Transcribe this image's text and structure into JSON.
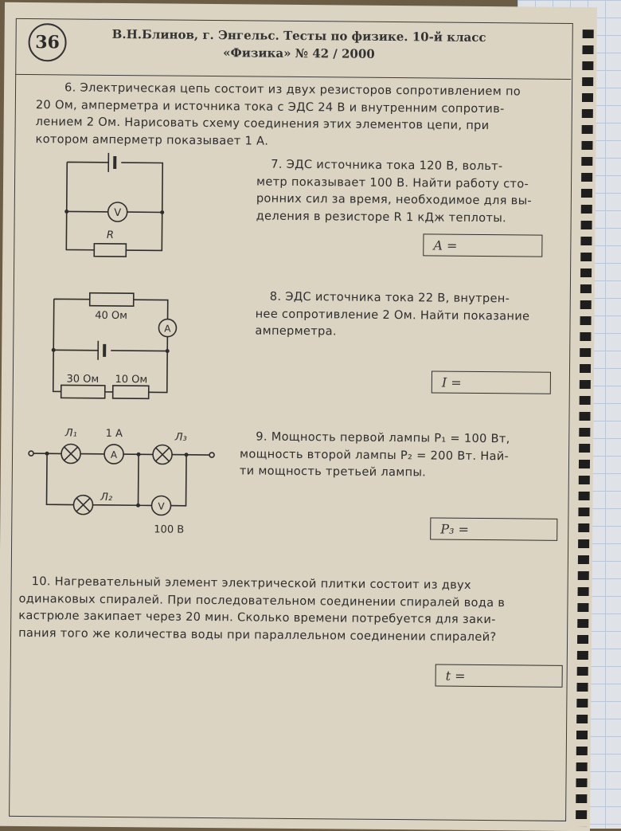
{
  "header": {
    "page_number": "36",
    "line1": "В.Н.Блинов, г. Энгельс. Тесты по физике. 10-й класс",
    "line2": "«Физика» № 42 / 2000"
  },
  "problems": {
    "p6": {
      "lines": [
        "6. Электрическая цепь состоит из двух резисторов сопротивлением по",
        "20 Ом, амперметра и источника тока с ЭДС 24 В и внутренним сопротив-",
        "лением 2 Ом. Нарисовать схему соединения этих элементов цепи, при",
        "котором амперметр показывает 1 А."
      ]
    },
    "p7": {
      "lines": [
        "7. ЭДС источника тока 120 В, вольт-",
        "метр показывает 100 В. Найти работу сто-",
        "ронних сил за время, необходимое для вы-",
        "деления в резисторе R 1 кДж теплоты."
      ],
      "answer_label": "A =",
      "circuit": {
        "voltmeter": "V",
        "resistor": "R"
      }
    },
    "p8": {
      "lines": [
        "8. ЭДС источника тока 22 В, внутрен-",
        "нее сопротивление 2 Ом. Найти показание",
        "амперметра."
      ],
      "answer_label": "I =",
      "circuit": {
        "r_top": "40 Ом",
        "ammeter": "A",
        "r_left": "30 Ом",
        "r_right": "10 Ом"
      }
    },
    "p9": {
      "lines": [
        "9. Мощность первой лампы P₁ = 100 Вт,",
        "мощность второй лампы P₂ = 200 Вт. Най-",
        "ти мощность третьей лампы."
      ],
      "answer_label": "P₃ =",
      "circuit": {
        "lamp1": "Л₁",
        "lamp2": "Л₂",
        "lamp3": "Л₃",
        "ammeter": "A",
        "ammeter_reading": "1 A",
        "voltmeter": "V",
        "voltmeter_reading": "100 В"
      }
    },
    "p10": {
      "lines": [
        "10. Нагревательный элемент электрической плитки состоит из двух",
        "одинаковых спиралей. При последовательном соединении спиралей вода в",
        "кастрюле закипает через 20 мин. Сколько времени потребуется для заки-",
        "пания того же количества воды при параллельном соединении спиралей?"
      ],
      "answer_label": "t ="
    }
  }
}
